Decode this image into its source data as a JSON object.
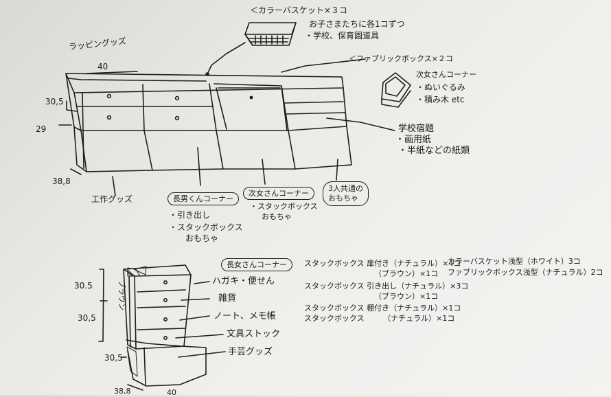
{
  "sketch": {
    "wrapping_goods": "ラッピングッズ",
    "craft_goods": "工作グッズ",
    "dimensions": {
      "width_40": "40",
      "height_30_5": "30,5",
      "depth_29": "29",
      "depth_38_8": "38,8"
    },
    "color_basket": {
      "heading": "＜カラーバスケット×３コ",
      "line1": "お子さまたちに各1コずつ",
      "line2": "・学校、保育園道具"
    },
    "fabric_box": {
      "heading": "＜ファブリックボックス×２コ",
      "corner": "次女さんコーナー",
      "items": [
        "・ぬいぐるみ",
        "・積み木 etc"
      ]
    },
    "school_items": [
      "学校宿題",
      "・画用紙",
      "・半紙などの紙類"
    ],
    "eldest_son_corner": {
      "label": "長男くんコーナー",
      "items": [
        "・引き出し",
        "・スタックボックス",
        "おもちゃ"
      ]
    },
    "second_daughter_corner": {
      "label": "次女さんコーナー",
      "items": [
        "・スタックボックス",
        "おもちゃ"
      ]
    },
    "shared_toys": [
      "3人共通の",
      "おもちゃ"
    ],
    "eldest_daughter_section": {
      "label": "長女さんコーナー",
      "brown_label": "ブラウン",
      "dimensions": [
        "30.5",
        "30,5",
        "30,5",
        "38,8",
        "40"
      ],
      "drawers": [
        "ハガキ・便せん",
        "雑貨",
        "ノート、メモ帳",
        "文具ストック",
        "手芸グッズ"
      ]
    },
    "shopping_list": [
      {
        "text": "スタックボックス 扉付き（ナチュラル）×4コ"
      },
      {
        "text": "（ブラウン）×1コ"
      },
      {
        "text": "スタックボックス 引き出し（ナチュラル）×3コ"
      },
      {
        "text": "（ブラウン）×1コ"
      },
      {
        "text": "スタックボックス 棚付き（ナチュラル）×1コ"
      },
      {
        "text": "スタックボックス　　　（ナチュラル）×1コ"
      }
    ],
    "shopping_list_right": [
      {
        "text": "カラーバスケット浅型（ホワイト）3コ"
      },
      {
        "text": "ファブリックボックス浅型（ナチュラル）2コ"
      }
    ]
  }
}
